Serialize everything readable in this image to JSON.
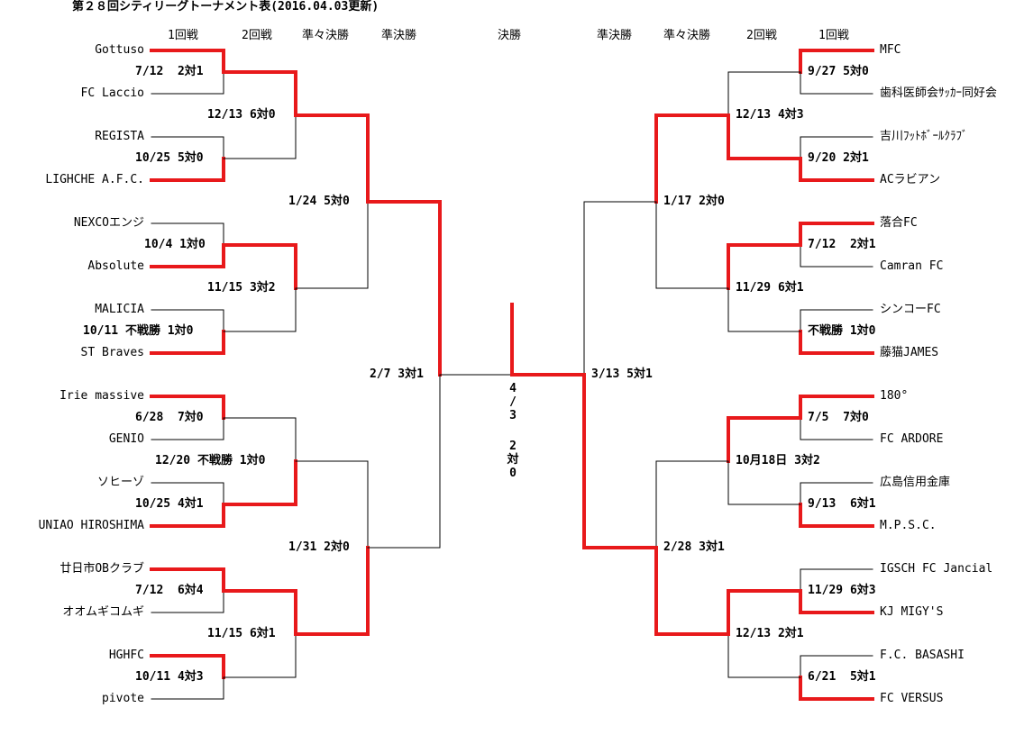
{
  "title": "第２８回シティリーグトーナメント表(2016.04.03更新)",
  "rounds": {
    "left": [
      "1回戦",
      "2回戦",
      "準々決勝",
      "準決勝"
    ],
    "final": "決勝",
    "right": [
      "準決勝",
      "準々決勝",
      "2回戦",
      "1回戦"
    ]
  },
  "left_teams": [
    "Gottuso",
    "FC Laccio",
    "REGISTA",
    "LIGHCHE A.F.C.",
    "NEXCOエンジ",
    "Absolute",
    "MALICIA",
    "ST Braves",
    "Irie massive",
    "GENIO",
    "ソヒーゾ",
    "UNIAO HIROSHIMA",
    "廿日市OBクラブ",
    "オオムギコムギ",
    "HGHFC",
    "pivote"
  ],
  "right_teams": [
    "MFC",
    "歯科医師会ｻｯｶｰ同好会",
    "吉川ﾌｯﾄﾎﾞｰﾙｸﾗﾌﾞ",
    "ACラビアン",
    "落合FC",
    "Camran FC",
    "シンコーFC",
    "藤猫JAMES",
    "180°",
    "FC ARDORE",
    "広島信用金庫",
    "M.P.S.C.",
    "IGSCH FC Jancial",
    "KJ MIGY'S",
    "F.C. BASASHI",
    "FC VERSUS"
  ],
  "left_r1_scores": [
    "7/12  2対1",
    "10/25 5対0",
    "10/4 1対0",
    "10/11 不戦勝 1対0",
    "6/28  7対0",
    "10/25 4対1",
    "7/12  6対4",
    "10/11 4対3"
  ],
  "left_r2_scores": [
    "12/13 6対0",
    "11/15 3対2",
    "12/20 不戦勝 1対0",
    "11/15 6対1"
  ],
  "left_qf_scores": [
    "1/24 5対0",
    "1/31 2対0"
  ],
  "left_sf_score": "2/7 3対1",
  "right_r1_scores": [
    "9/27 5対0",
    "9/20 2対1",
    "7/12  2対1",
    "不戦勝 1対0",
    "7/5  7対0",
    "9/13  6対1",
    "11/29 6対3",
    "6/21  5対1"
  ],
  "right_r2_scores": [
    "12/13 4対3",
    "11/29 6対1",
    "10月18日 3対2",
    "12/13 2対1"
  ],
  "right_qf_scores": [
    "1/17 2対0",
    "2/28 3対1"
  ],
  "right_sf_score": "3/13 5対1",
  "final_date": "4\n/\n3",
  "final_score": "2\n対\n0",
  "colors": {
    "win": "#e8191b",
    "line": "#000000"
  }
}
